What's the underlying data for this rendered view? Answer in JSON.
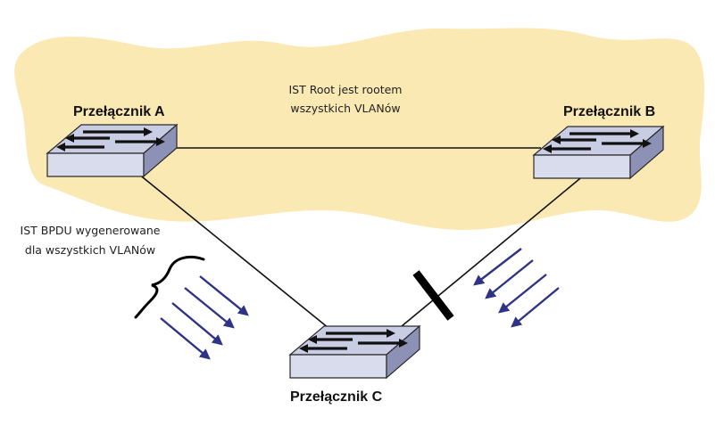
{
  "colors": {
    "cloud": "#fbe9b4",
    "switch_top": "#c9cde4",
    "switch_front": "#d9dcec",
    "switch_side": "#8d91b6",
    "switch_outline": "#2a2a2a",
    "bpdu_arrow": "#2e3385",
    "link": "#111111",
    "block": "#000000"
  },
  "icons": {
    "switch": "network-switch-icon",
    "bpdu": "bpdu-arrow-icon",
    "block": "blocked-port-icon",
    "brace": "curly-brace-icon"
  },
  "switches": {
    "a": {
      "label": "Przełącznik A"
    },
    "b": {
      "label": "Przełącznik B"
    },
    "c": {
      "label": "Przełącznik C"
    }
  },
  "notes": {
    "ist_root": [
      "IST Root jest rootem",
      "wszystkich VLANów"
    ],
    "ist_bpdu": [
      "IST BPDU wygenerowane",
      "dla wszystkich VLANów"
    ]
  }
}
